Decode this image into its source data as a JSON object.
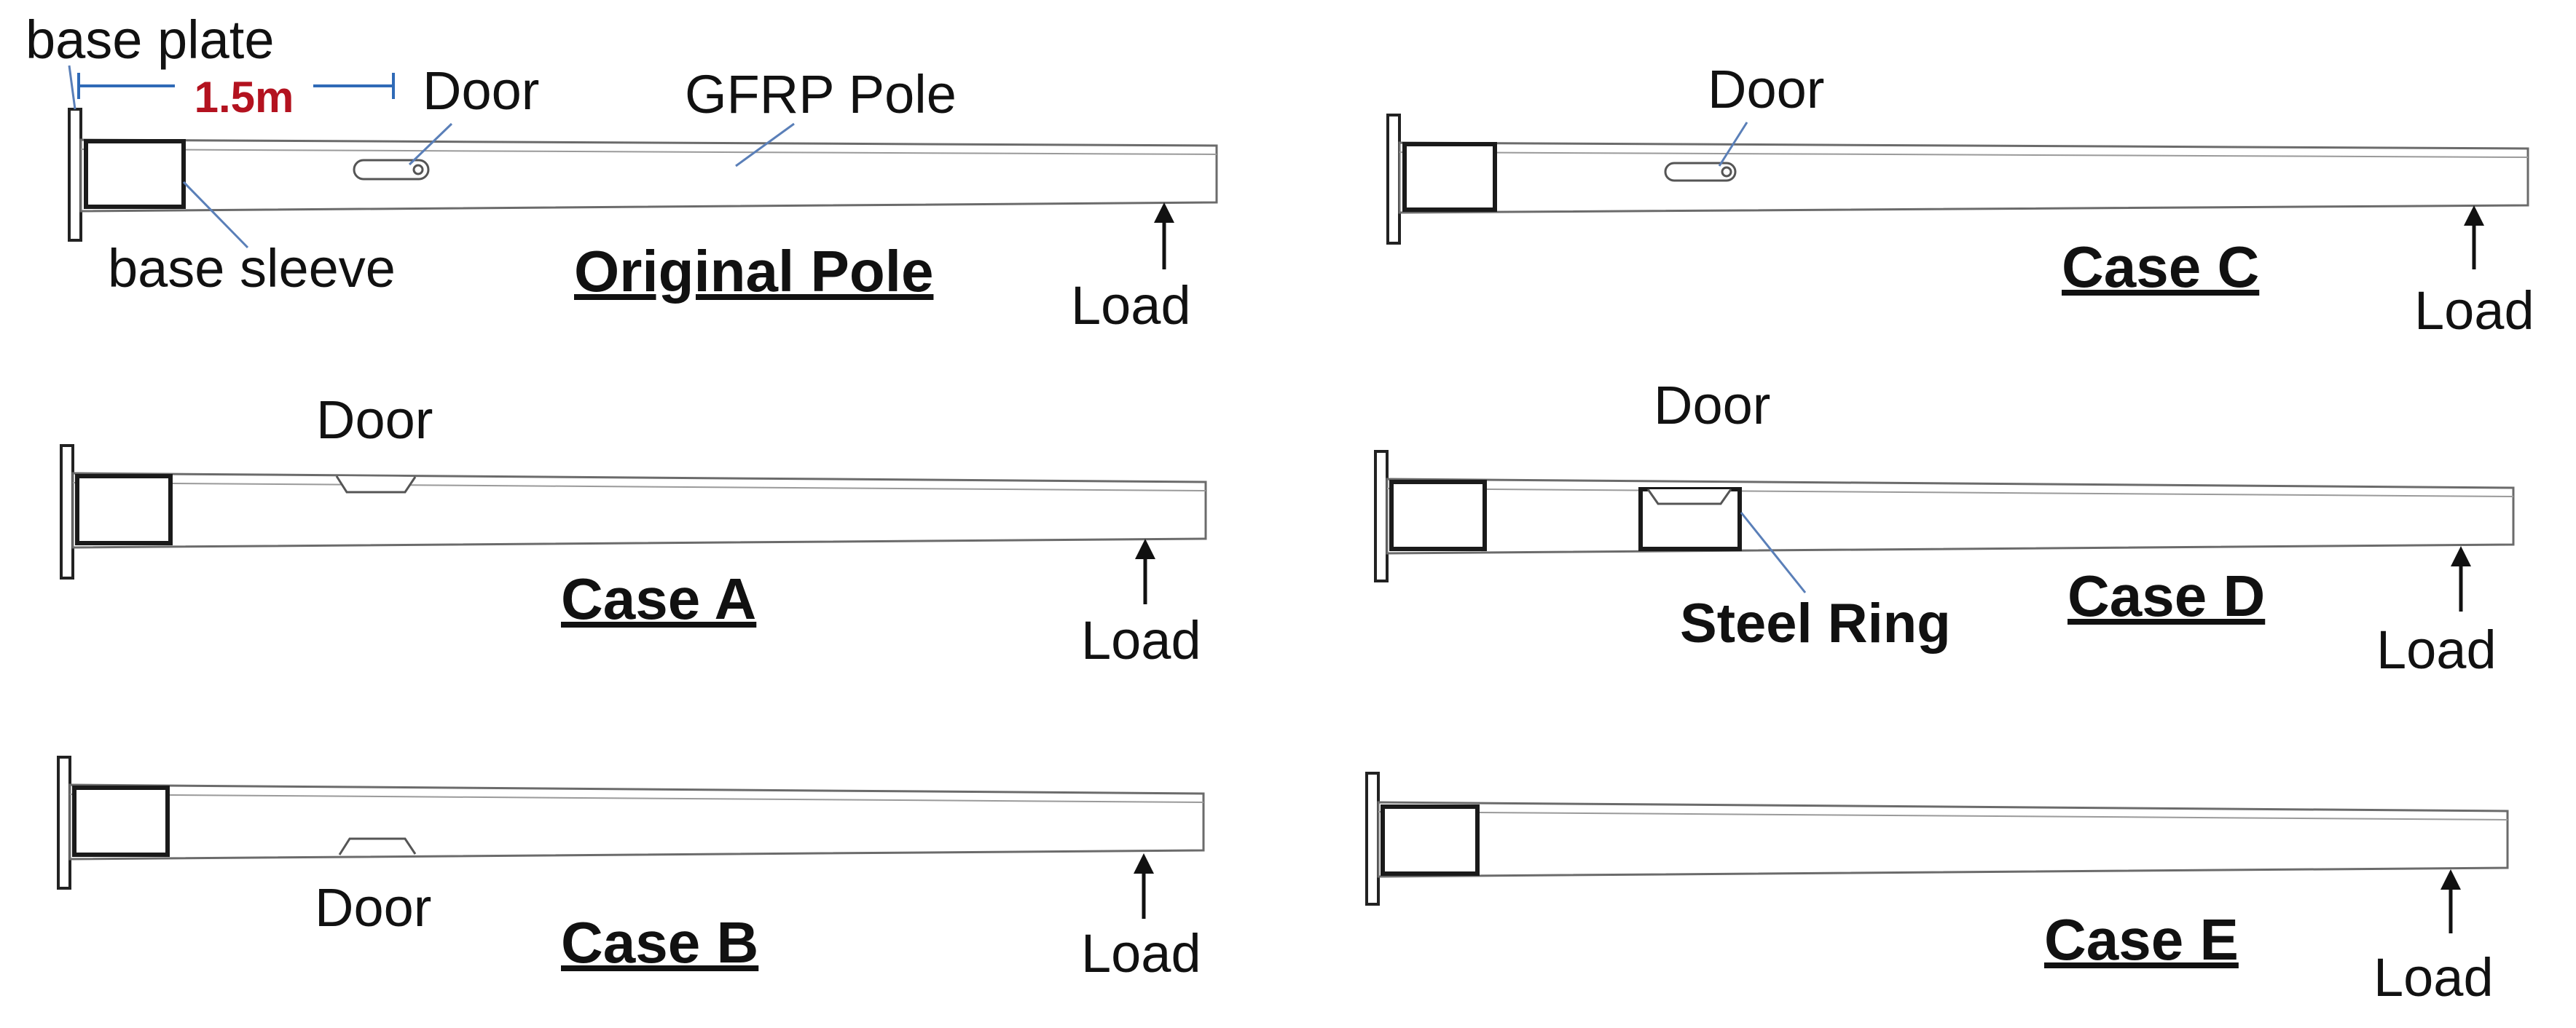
{
  "labels": {
    "base_plate": "base plate",
    "dimension": "1.5m",
    "door": "Door",
    "gfrp_pole": "GFRP Pole",
    "base_sleeve": "base sleeve",
    "load": "Load",
    "steel_ring": "Steel Ring"
  },
  "cases": {
    "original": "Original Pole",
    "a": "Case A",
    "b": "Case B",
    "c": "Case C",
    "d": "Case D",
    "e": "Case E"
  },
  "colors": {
    "dimension_text": "#b3121f",
    "leader_line": "#5a7fb8",
    "dimension_line": "#2f6ab7"
  }
}
